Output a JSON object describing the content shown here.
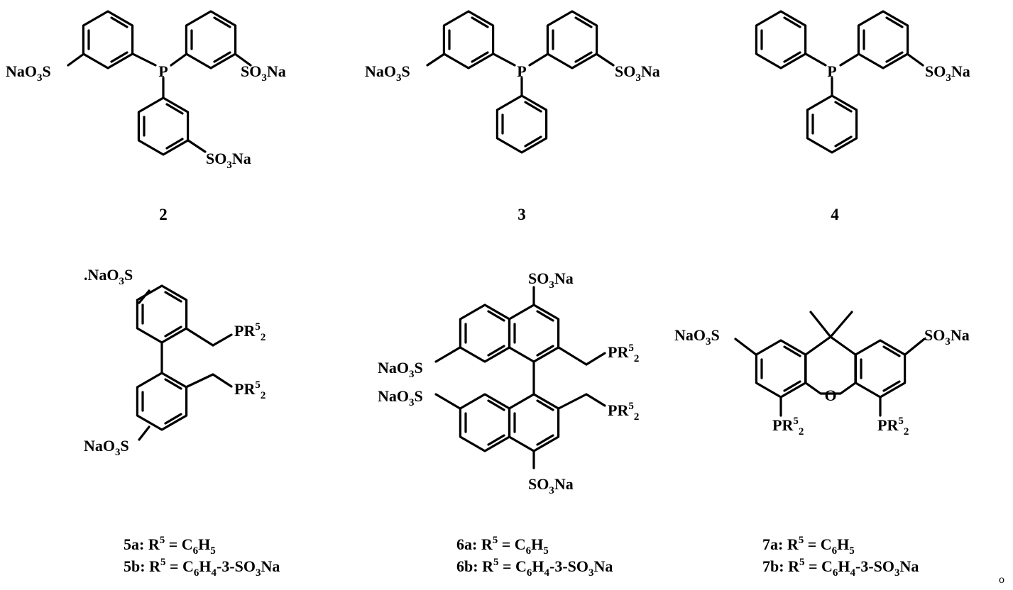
{
  "compounds": {
    "c2": {
      "number": "2",
      "subst_left": "NaO3S",
      "subst_right": "SO3Na",
      "subst_bottom": "SO3Na",
      "center_atom": "P"
    },
    "c3": {
      "number": "3",
      "subst_left": "NaO3S",
      "subst_right": "SO3Na",
      "center_atom": "P"
    },
    "c4": {
      "number": "4",
      "subst_right": "SO3Na",
      "center_atom": "P"
    },
    "c5": {
      "subst_top": "NaO3S",
      "subst_bottom": "NaO3S",
      "phos_group": "PR52",
      "caption_a": {
        "label": "5a:",
        "rhs": "C6H5"
      },
      "caption_b": {
        "label": "5b:",
        "rhs": "C6H4-3-SO3Na"
      }
    },
    "c6": {
      "subst_top": "SO3Na",
      "subst_bottom": "SO3Na",
      "subst_left_top": "NaO3S",
      "subst_left_bottom": "NaO3S",
      "phos_group": "PR52",
      "caption_a": {
        "label": "6a:",
        "rhs": "C6H5"
      },
      "caption_b": {
        "label": "6b:",
        "rhs": "C6H4-3-SO3Na"
      }
    },
    "c7": {
      "subst_left": "NaO3S",
      "subst_right": "SO3Na",
      "ring_atom": "O",
      "phos_group": "PR52",
      "caption_a": {
        "label": "7a:",
        "rhs": "C6H5"
      },
      "caption_b": {
        "label": "7b:",
        "rhs": "C6H4-3-SO3Na"
      }
    }
  },
  "corner_mark": "o"
}
